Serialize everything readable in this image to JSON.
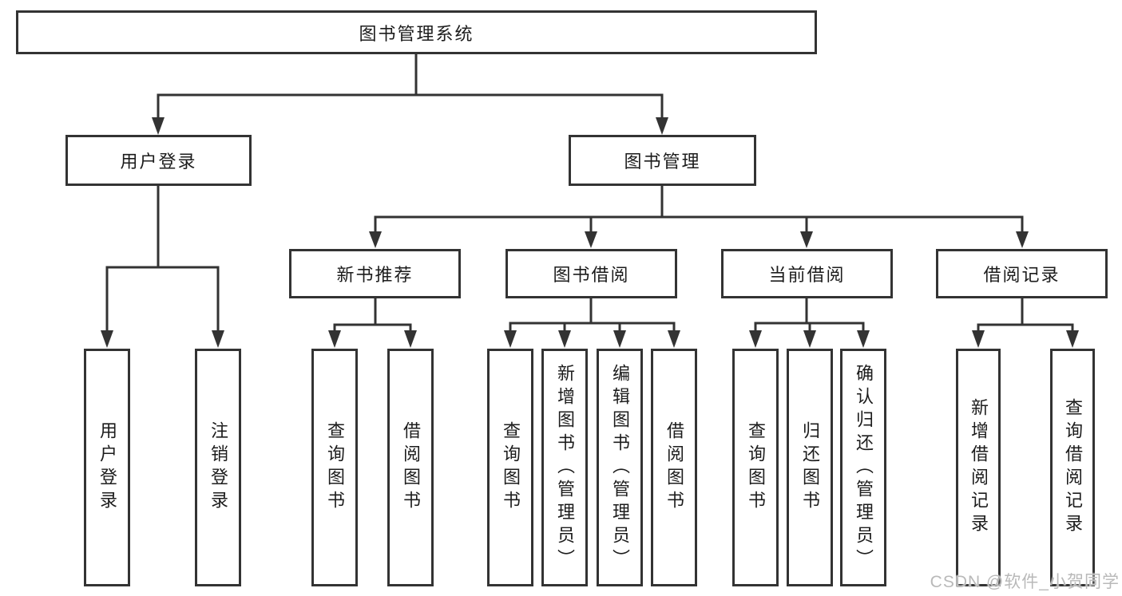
{
  "diagram": {
    "root": "图书管理系统",
    "branches": [
      {
        "label": "用户登录",
        "children": [
          "用户登录",
          "注销登录"
        ]
      },
      {
        "label": "图书管理",
        "groups": [
          {
            "label": "新书推荐",
            "children": [
              "查询图书",
              "借阅图书"
            ]
          },
          {
            "label": "图书借阅",
            "children": [
              "查询图书",
              "新增图书（管理员）",
              "编辑图书（管理员）",
              "借阅图书"
            ]
          },
          {
            "label": "当前借阅",
            "children": [
              "查询图书",
              "归还图书",
              "确认归还（管理员）"
            ]
          },
          {
            "label": "借阅记录",
            "children": [
              "新增借阅记录",
              "查询借阅记录"
            ]
          }
        ]
      }
    ]
  },
  "watermark": {
    "text": "CSDN @软件_小贺同学"
  },
  "colors": {
    "line": "#333333",
    "border": "#333333",
    "text": "#1c1c1c",
    "watermark": "#b9b9b9",
    "background": "#ffffff"
  }
}
